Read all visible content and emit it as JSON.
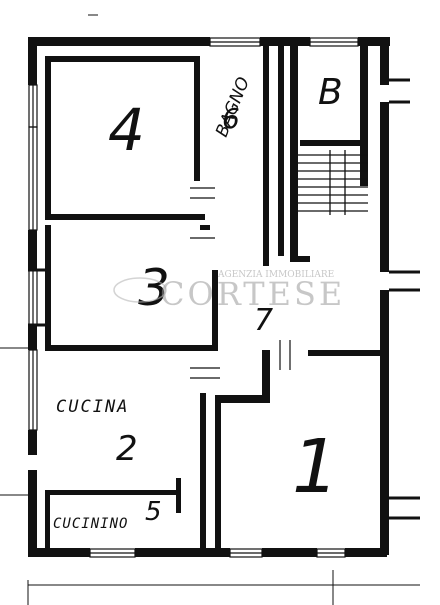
{
  "rooms": {
    "room_top_left": "4",
    "room_middle_left": "3",
    "bathroom_label": "BAGNO",
    "bathroom_number": "6",
    "room_b": "B",
    "cucina": "CUCINA",
    "cucina_number": "2",
    "cucinino": "CUCININO",
    "cucinino_number": "5",
    "room_right_large": "1",
    "hall_number": "7"
  },
  "watermark": {
    "small_text": "AGENZIA IMMOBILIARE",
    "large_text": "CORTESE"
  },
  "colors": {
    "ink": "#111111",
    "paper": "#ffffff",
    "watermark": "#9a9a9a"
  }
}
